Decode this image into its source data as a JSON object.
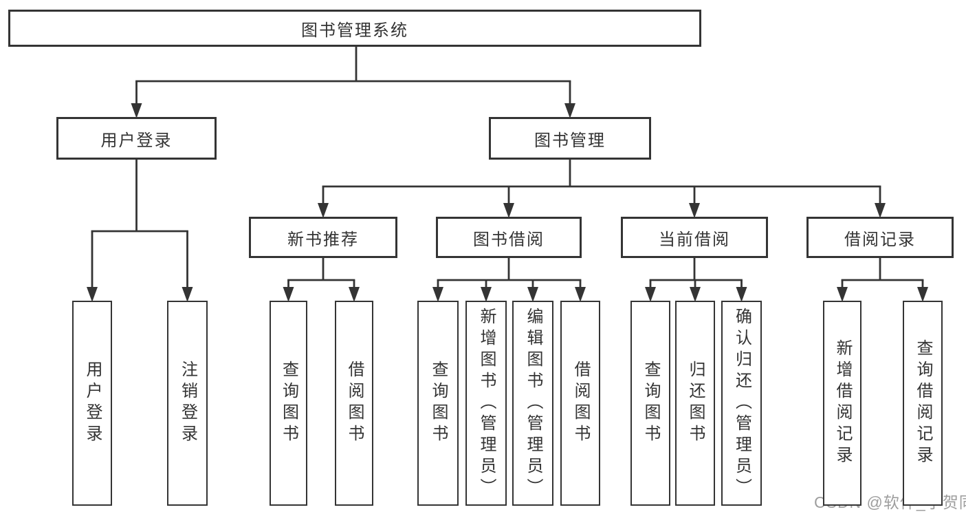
{
  "colors": {
    "line": "#343434",
    "text": "#333333",
    "background": "#ffffff",
    "watermark_text_color": "#9e9e9e"
  },
  "watermark": "CSDN @软件_小贺同学",
  "tree": {
    "id": "root",
    "label": "图书管理系统",
    "children": [
      {
        "id": "user-login",
        "label": "用户登录",
        "children": [
          {
            "id": "login",
            "label": "用户登录"
          },
          {
            "id": "logout",
            "label": "注销登录"
          }
        ]
      },
      {
        "id": "book-management",
        "label": "图书管理",
        "children": [
          {
            "id": "new-book-recommend",
            "label": "新书推荐",
            "children": [
              {
                "id": "nb-query-book",
                "label": "查询图书"
              },
              {
                "id": "nb-borrow-book",
                "label": "借阅图书"
              }
            ]
          },
          {
            "id": "book-borrowing",
            "label": "图书借阅",
            "children": [
              {
                "id": "bb-query-book",
                "label": "查询图书"
              },
              {
                "id": "bb-add-book",
                "label": "新增图书（管理员）"
              },
              {
                "id": "bb-edit-book",
                "label": "编辑图书（管理员）"
              },
              {
                "id": "bb-borrow-book",
                "label": "借阅图书"
              }
            ]
          },
          {
            "id": "current-borrowing",
            "label": "当前借阅",
            "children": [
              {
                "id": "cb-query-book",
                "label": "查询图书"
              },
              {
                "id": "cb-return-book",
                "label": "归还图书"
              },
              {
                "id": "cb-confirm-return",
                "label": "确认归还（管理员）"
              }
            ]
          },
          {
            "id": "borrow-records",
            "label": "借阅记录",
            "children": [
              {
                "id": "br-add-record",
                "label": "新增借阅记录"
              },
              {
                "id": "br-query-record",
                "label": "查询借阅记录"
              }
            ]
          }
        ]
      }
    ]
  }
}
